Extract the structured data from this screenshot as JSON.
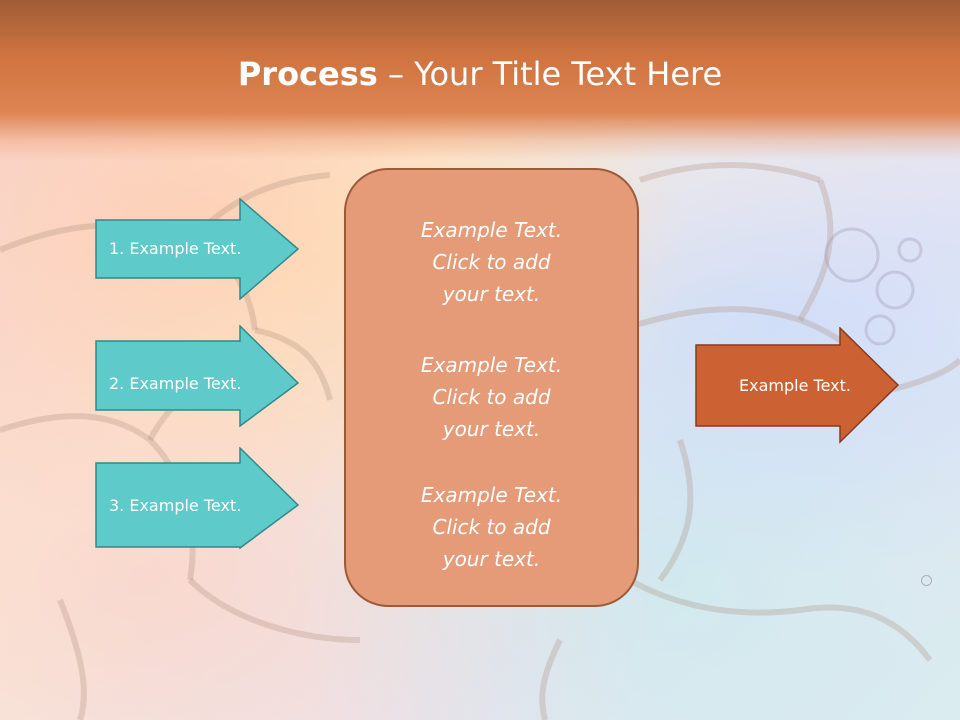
{
  "slide": {
    "title_bold": "Process",
    "title_rest": " – Your Title Text Here"
  },
  "input_arrows": [
    {
      "label": "1. Example Text."
    },
    {
      "label": "2. Example Text."
    },
    {
      "label": "3. Example Text."
    }
  ],
  "center_box": {
    "items": [
      {
        "line1": "Example Text.",
        "line2": "Click  to add",
        "line3": "your text."
      },
      {
        "line1": "Example Text.",
        "line2": "Click  to add",
        "line3": "your text."
      },
      {
        "line1": "Example Text.",
        "line2": "Click  to add",
        "line3": "your text."
      }
    ]
  },
  "output_arrow": {
    "label": "Example Text."
  },
  "colors": {
    "title_band": "#d27a48",
    "input_arrow_fill": "#5ecac9",
    "input_arrow_border": "#2f8a8c",
    "center_box_fill": "#e59b78",
    "center_box_border": "#9c5a36",
    "output_arrow_fill": "#cc6133",
    "output_arrow_border": "#8a3a1c"
  }
}
